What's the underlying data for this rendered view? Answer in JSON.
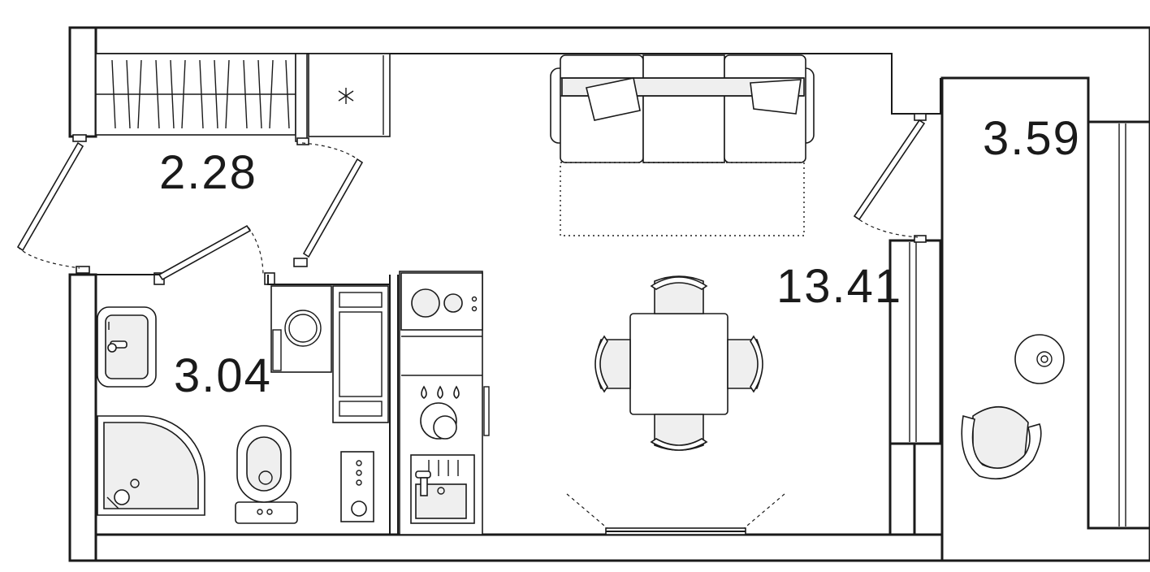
{
  "rooms": {
    "hallway_area": "2.28",
    "bathroom_area": "3.04",
    "living_area": "13.41",
    "balcony_area": "3.59"
  }
}
